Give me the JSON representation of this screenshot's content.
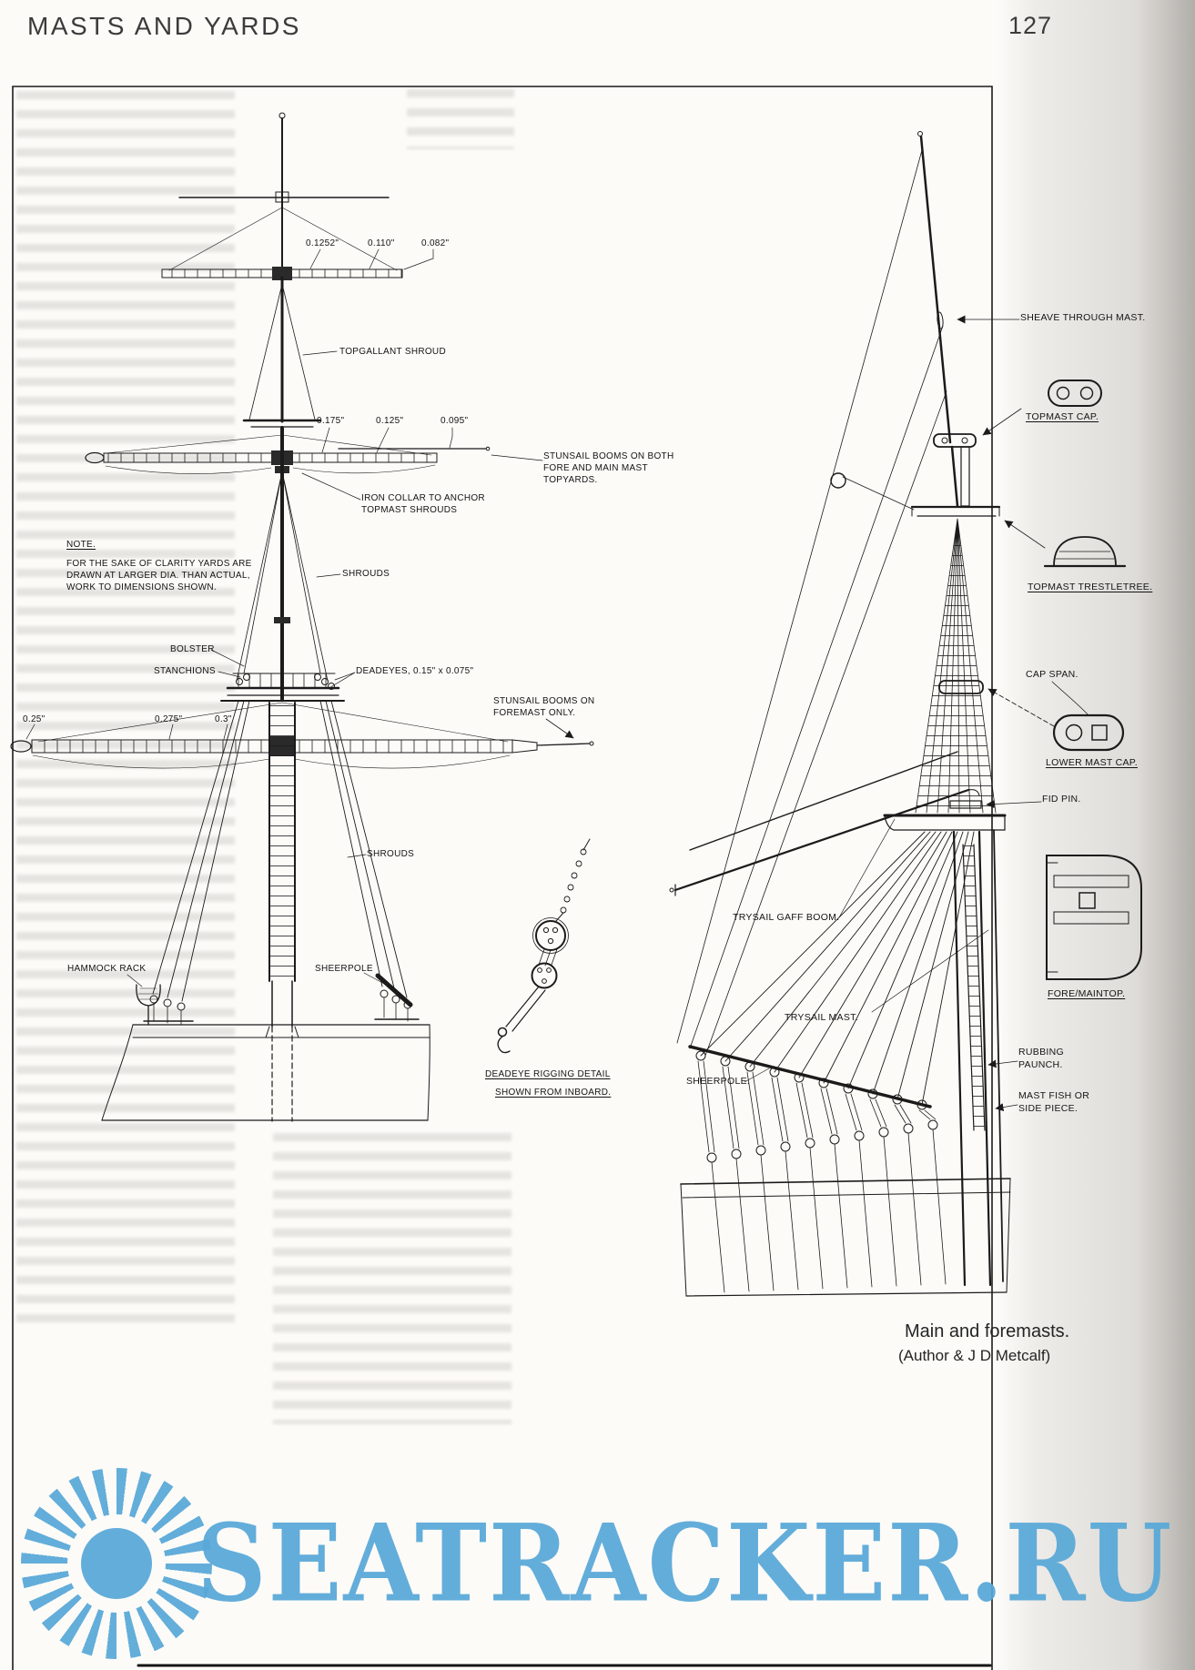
{
  "page": {
    "header": {
      "title": "MASTS AND YARDS",
      "page_number": "127"
    },
    "caption": {
      "line1": "Main and foremasts.",
      "line2": "(Author & J D Metcalf)"
    },
    "watermark": {
      "text": "SEATRACKER.RU",
      "color": "#58a8d8"
    }
  },
  "note": {
    "title": "NOTE.",
    "body": "FOR THE SAKE OF CLARITY YARDS ARE\nDRAWN AT LARGER DIA. THAN ACTUAL,\nWORK TO DIMENSIONS SHOWN."
  },
  "left_mast": {
    "dims": {
      "topgallant_yard": [
        "0.1252\"",
        "0.110\"",
        "0.082\""
      ],
      "topsail_yard": [
        "0.175\"",
        "0.125\"",
        "0.095\""
      ],
      "lower_yard": [
        "0.25\"",
        "0.275\"",
        "0.3\""
      ]
    },
    "labels": {
      "topgallant_shroud": "TOPGALLANT SHROUD",
      "stunsail_booms_topyards": "STUNSAIL BOOMS ON BOTH\nFORE AND MAIN MAST\nTOPYARDS.",
      "iron_collar": "IRON COLLAR TO ANCHOR\nTOPMAST SHROUDS",
      "shrouds_upper": "SHROUDS",
      "shrouds_lower": "SHROUDS",
      "bolster": "BOLSTER",
      "stanchions": "STANCHIONS",
      "deadeyes": "DEADEYES, 0.15\" x 0.075\"",
      "stunsail_booms_foremast": "STUNSAIL BOOMS ON\nFOREMAST ONLY.",
      "hammock_rack": "HAMMOCK RACK",
      "sheerpole": "SHEERPOLE",
      "deadeye_detail_title": "DEADEYE RIGGING DETAIL",
      "deadeye_detail_sub": "SHOWN FROM INBOARD."
    }
  },
  "right_mast": {
    "labels": {
      "sheave": "SHEAVE THROUGH MAST.",
      "topmast_cap": "TOPMAST CAP.",
      "topmast_trestletree": "TOPMAST TRESTLETREE.",
      "cap_span": "CAP SPAN.",
      "lower_mast_cap": "LOWER MAST CAP.",
      "fid_pin": "FID PIN.",
      "trysail_gaff_boom": "TRYSAIL GAFF BOOM.",
      "trysail_mast": "TRYSAIL MAST.",
      "fore_maintop": "FORE/MAINTOP.",
      "rubbing_paunch": "RUBBING\nPAUNCH.",
      "mast_fish": "MAST FISH OR\nSIDE PIECE.",
      "sheerpole": "SHEERPOLE."
    }
  }
}
